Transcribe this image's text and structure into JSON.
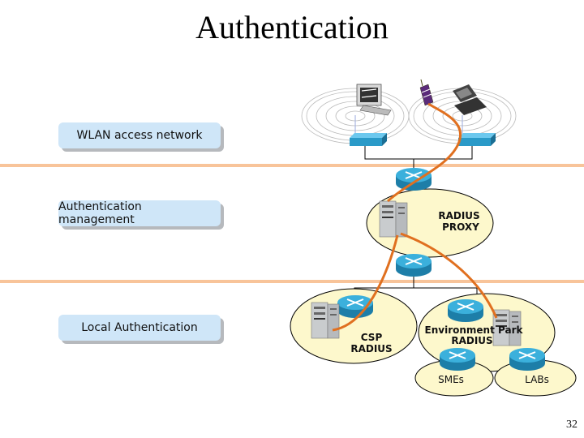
{
  "title": "Authentication",
  "layers": [
    {
      "label": "WLAN access network"
    },
    {
      "label": "Authentication management"
    },
    {
      "label": "Local Authentication"
    }
  ],
  "nodes": {
    "radius_proxy": {
      "line1": "RADIUS",
      "line2": "PROXY"
    },
    "csp_radius": {
      "line1": "CSP",
      "line2": "RADIUS"
    },
    "env_park_radius": {
      "line1": "Environment Park",
      "line2": "RADIUS"
    },
    "smes": {
      "label": "SMEs"
    },
    "labs": {
      "label": "LABs"
    }
  },
  "colors": {
    "layer_box": "#cfe6f8",
    "separator": "#f8c49a",
    "auth_path": "#e07020",
    "domain_fill": "#fdf8cc",
    "router": "#2a9ac8"
  },
  "page_number": "32"
}
